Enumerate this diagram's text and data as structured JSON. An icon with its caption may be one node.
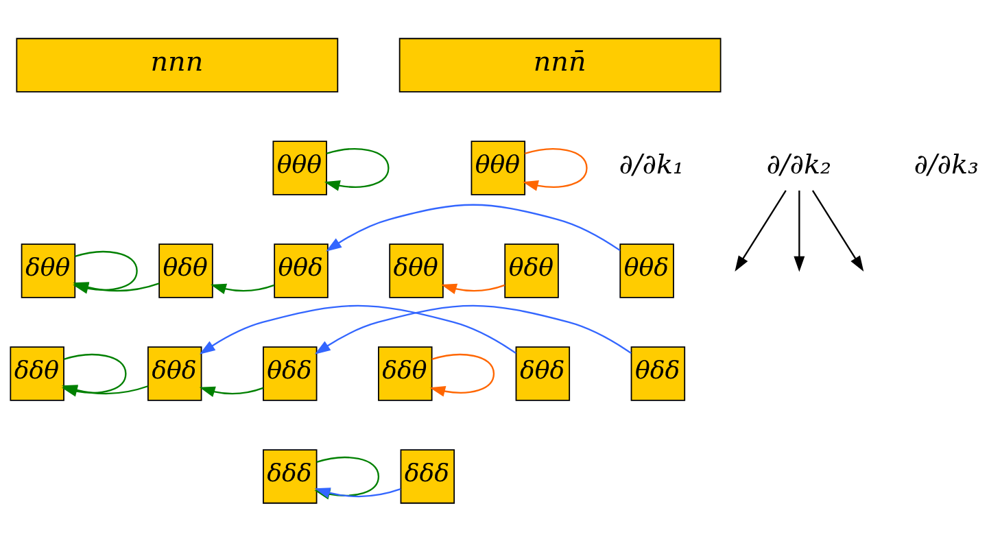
{
  "diagram": {
    "nodes": [
      {
        "text": [
          "nnn"
        ]
      },
      {
        "text": [
          "nnn̄"
        ]
      },
      {
        "text": [
          "θθθ"
        ]
      },
      {
        "text": [
          "θθθ"
        ]
      },
      {
        "text": [
          "δθθ"
        ]
      },
      {
        "text": [
          "θδθ"
        ]
      },
      {
        "text": [
          "θθδ"
        ]
      },
      {
        "text": [
          "δθθ"
        ]
      },
      {
        "text": [
          "θδθ"
        ]
      },
      {
        "text": [
          "θθδ"
        ]
      },
      {
        "text": [
          "δδθ"
        ]
      },
      {
        "text": [
          "δθδ"
        ]
      },
      {
        "text": [
          "θδδ"
        ]
      },
      {
        "text": [
          "δδθ"
        ]
      },
      {
        "text": [
          "δθδ"
        ]
      },
      {
        "text": [
          "θδδ"
        ]
      },
      {
        "text": [
          "δδδ"
        ]
      },
      {
        "text": [
          "δδδ"
        ]
      },
      {
        "text": [
          "∂/∂k₂"
        ]
      }
    ],
    "edges": [
      {
        "from": 2,
        "to": 2,
        "arrow": "to",
        "color": "#008000"
      },
      {
        "from": 3,
        "to": 3,
        "arrow": "to",
        "color": "#ff6600"
      },
      {
        "from": 9,
        "to": 6,
        "arrow": "to",
        "color": "#3366ff"
      },
      {
        "from": 5,
        "to": 4,
        "arrow": "to",
        "color": "#008000"
      },
      {
        "from": 6,
        "to": 5,
        "arrow": "to",
        "color": "#008000"
      },
      {
        "from": 4,
        "to": 4,
        "arrow": "to",
        "color": "#008000"
      },
      {
        "from": 8,
        "to": 7,
        "arrow": "to",
        "color": "#ff6600"
      },
      {
        "from": 14,
        "to": 11,
        "arrow": "to",
        "color": "#3366ff"
      },
      {
        "from": 15,
        "to": 12,
        "arrow": "to",
        "color": "#3366ff"
      },
      {
        "from": 11,
        "to": 10,
        "arrow": "to",
        "color": "#008000"
      },
      {
        "from": 12,
        "to": 11,
        "arrow": "to",
        "color": "#008000"
      },
      {
        "from": 10,
        "to": 10,
        "arrow": "to",
        "color": "#008000"
      },
      {
        "from": 13,
        "to": 13,
        "arrow": "to",
        "color": "#ff6600"
      },
      {
        "from": 16,
        "to": 16,
        "arrow": "to",
        "color": "#008000"
      },
      {
        "from": 17,
        "to": 16,
        "arrow": "to",
        "color": "#3366ff"
      },
      {
        "from": 18,
        "to": null,
        "arrow": "to",
        "color": "#000000"
      },
      {
        "from": 18,
        "to": null,
        "arrow": "to",
        "color": "#000000"
      },
      {
        "from": 18,
        "to": null,
        "arrow": "to",
        "color": "#000000"
      }
    ],
    "labels": [
      "∂/∂k₁",
      "∂/∂k₃"
    ]
  }
}
